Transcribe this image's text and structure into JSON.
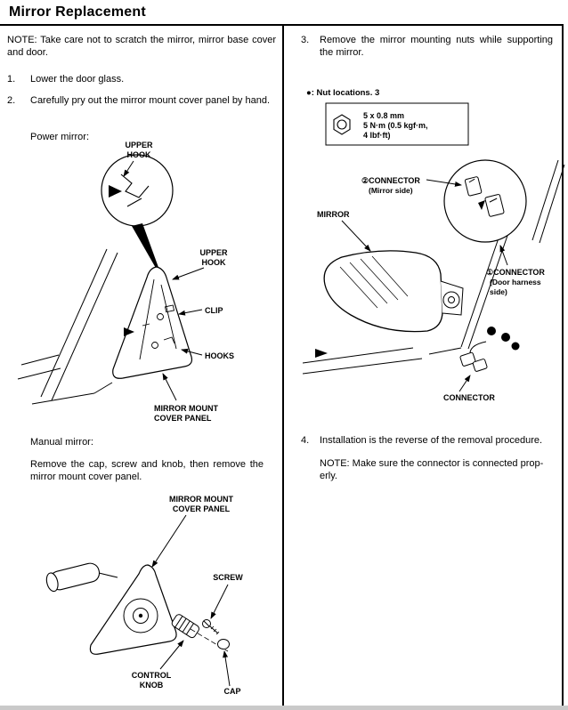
{
  "page": {
    "title": "Mirror Replacement"
  },
  "left_col": {
    "note": "NOTE: Take care not to scratch the mirror, mirror base cover and door.",
    "step1_num": "1.",
    "step1": "Lower the door glass.",
    "step2_num": "2.",
    "step2": "Carefully pry out the mirror mount cover panel by hand.",
    "power_label": "Power mirror:",
    "power_diagram": {
      "upper_hook_a1": "UPPER",
      "upper_hook_a2": "HOOK",
      "upper_hook_b1": "UPPER",
      "upper_hook_b2": "HOOK",
      "clip": "CLIP",
      "hooks": "HOOKS",
      "panel1": "MIRROR MOUNT",
      "panel2": "COVER PANEL"
    },
    "manual_label": "Manual mirror:",
    "manual_text": "Remove the cap, screw and knob, then remove the mirror mount cover panel.",
    "manual_diagram": {
      "panel1": "MIRROR MOUNT",
      "panel2": "COVER PANEL",
      "screw": "SCREW",
      "knob1": "CONTROL",
      "knob2": "KNOB",
      "cap": "CAP"
    }
  },
  "right_col": {
    "step3_num": "3.",
    "step3": "Remove the mirror mounting nuts while supporting the mirror.",
    "diagram": {
      "nut_locations": "●: Nut locations. 3",
      "spec1": "5 x 0.8 mm",
      "spec2": "5 N·m (0.5 kgf·m,",
      "spec3": "4 lbf·ft)",
      "connector2": "②CONNECTOR",
      "connector2_sub": "(Mirror side)",
      "mirror": "MIRROR",
      "connector1": "①CONNECTOR",
      "connector1_sub1": "(Door harness",
      "connector1_sub2": "side)",
      "connector": "CONNECTOR"
    },
    "step4_num": "4.",
    "step4": "Installation is the reverse of the removal procedure.",
    "note_line1": "NOTE: Make sure the connector is connected prop-",
    "note_line2": "erly."
  }
}
